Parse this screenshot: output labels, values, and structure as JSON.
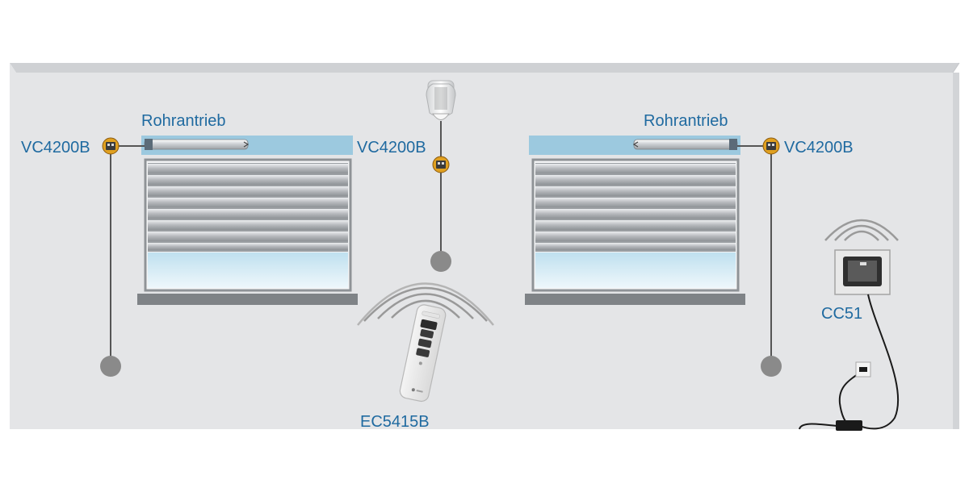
{
  "diagram": {
    "labels": {
      "motor_left": "Rohrantrieb",
      "motor_right": "Rohrantrieb",
      "actuator_left": "VC4200B",
      "actuator_middle": "VC4200B",
      "actuator_right": "VC4200B",
      "remote": "EC5415B",
      "panel": "CC51"
    },
    "colors": {
      "label": "#1f6aa0",
      "wall": "#e4e5e7",
      "box_blue": "#9cc9df",
      "actuator": "#e0a020",
      "cable": "#555555",
      "endpoint": "#8a8a8a"
    },
    "icons": [
      "ceiling-lamp-icon",
      "tubular-motor-icon",
      "radio-waves-icon",
      "remote-control-icon",
      "touch-panel-icon",
      "power-adapter-icon",
      "wall-socket-icon"
    ]
  }
}
